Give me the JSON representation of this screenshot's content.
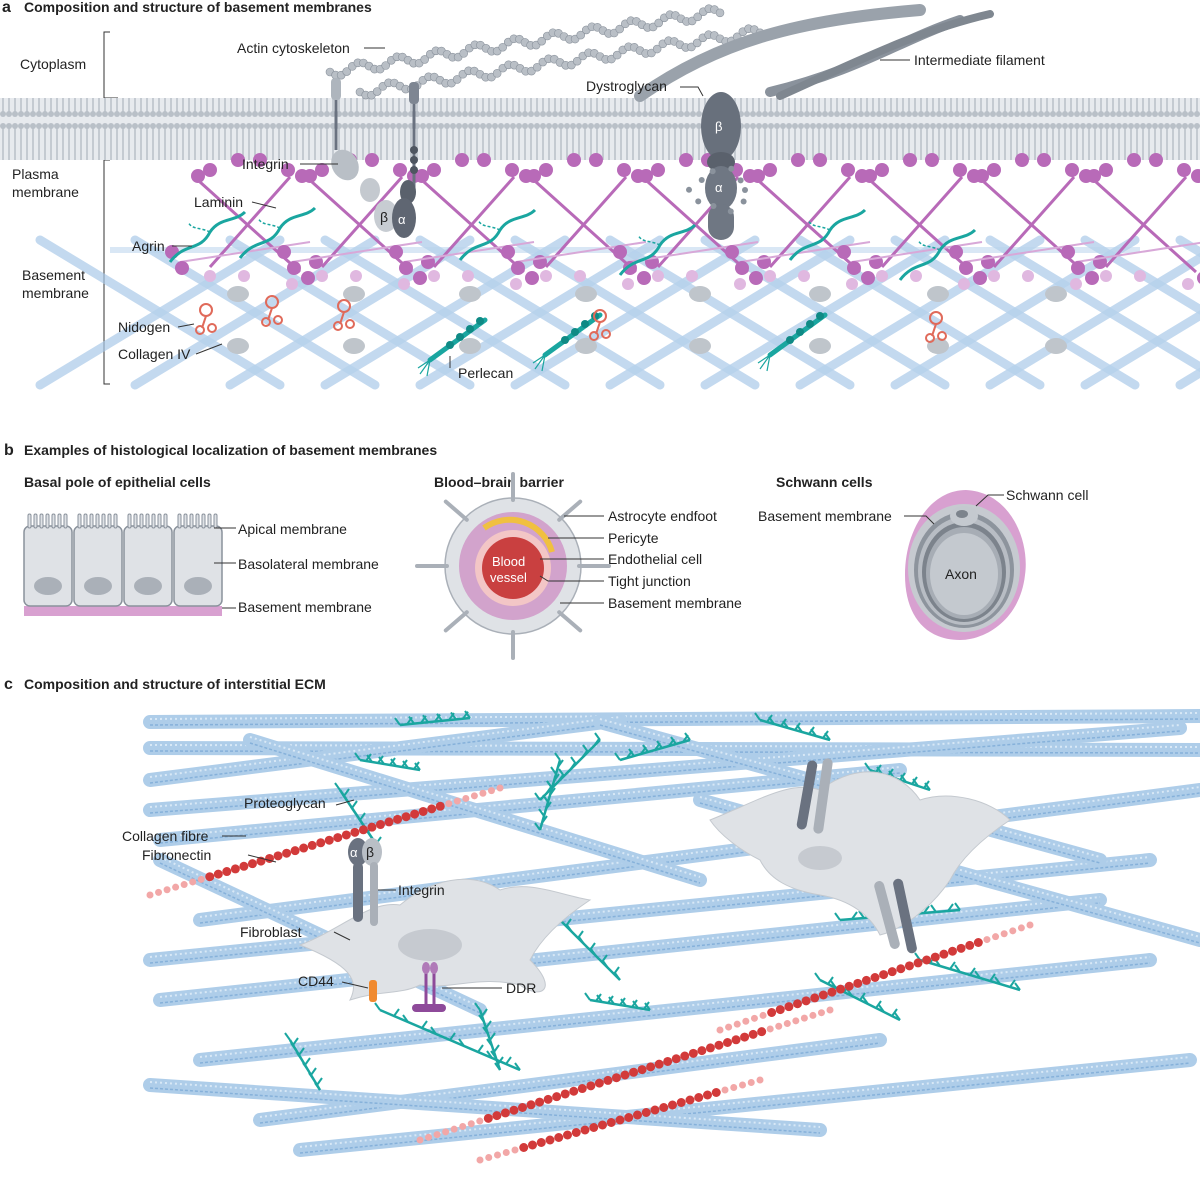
{
  "panel_a": {
    "letter": "a",
    "title": "Composition and structure of basement membranes",
    "regions": {
      "cytoplasm": "Cytoplasm",
      "plasma_1": "Plasma",
      "plasma_2": "membrane",
      "bm_1": "Basement",
      "bm_2": "membrane"
    },
    "labels": {
      "actin": "Actin cytoskeleton",
      "intermediate": "Intermediate filament",
      "dystroglycan": "Dystroglycan",
      "integrin": "Integrin",
      "laminin": "Laminin",
      "agrin": "Agrin",
      "nidogen": "Nidogen",
      "collagen": "Collagen IV",
      "perlecan": "Perlecan",
      "beta": "β",
      "alpha": "α"
    }
  },
  "panel_b": {
    "letter": "b",
    "title": "Examples of histological localization of basement membranes",
    "epithelial": {
      "title": "Basal pole of epithelial cells",
      "apical": "Apical membrane",
      "basolateral": "Basolateral membrane",
      "basement": "Basement membrane"
    },
    "bbb": {
      "title": "Blood–brain barrier",
      "astrocyte": "Astrocyte endfoot",
      "pericyte": "Pericyte",
      "endothelial": "Endothelial cell",
      "tight": "Tight junction",
      "basement": "Basement membrane",
      "vessel_1": "Blood",
      "vessel_2": "vessel"
    },
    "schwann": {
      "title": "Schwann cells",
      "cell": "Schwann cell",
      "basement": "Basement membrane",
      "axon": "Axon"
    }
  },
  "panel_c": {
    "letter": "c",
    "title": "Composition and structure of interstitial ECM",
    "labels": {
      "proteoglycan": "Proteoglycan",
      "collagen": "Collagen fibre",
      "fibronectin": "Fibronectin",
      "integrin": "Integrin",
      "fibroblast": "Fibroblast",
      "cd44": "CD44",
      "ddr": "DDR",
      "alpha": "α",
      "beta": "β"
    }
  },
  "colors": {
    "membrane": "#c9cfd6",
    "laminin": "#b86ab8",
    "collagen": "#a8c8e8",
    "agrin": "#1aa6a0",
    "nidogen": "#e06a5a",
    "integrin": "#6a7280",
    "fibronectin": "#d23a3a",
    "cell": "#dfe2e6",
    "bm_pink": "#d8a0d0"
  }
}
